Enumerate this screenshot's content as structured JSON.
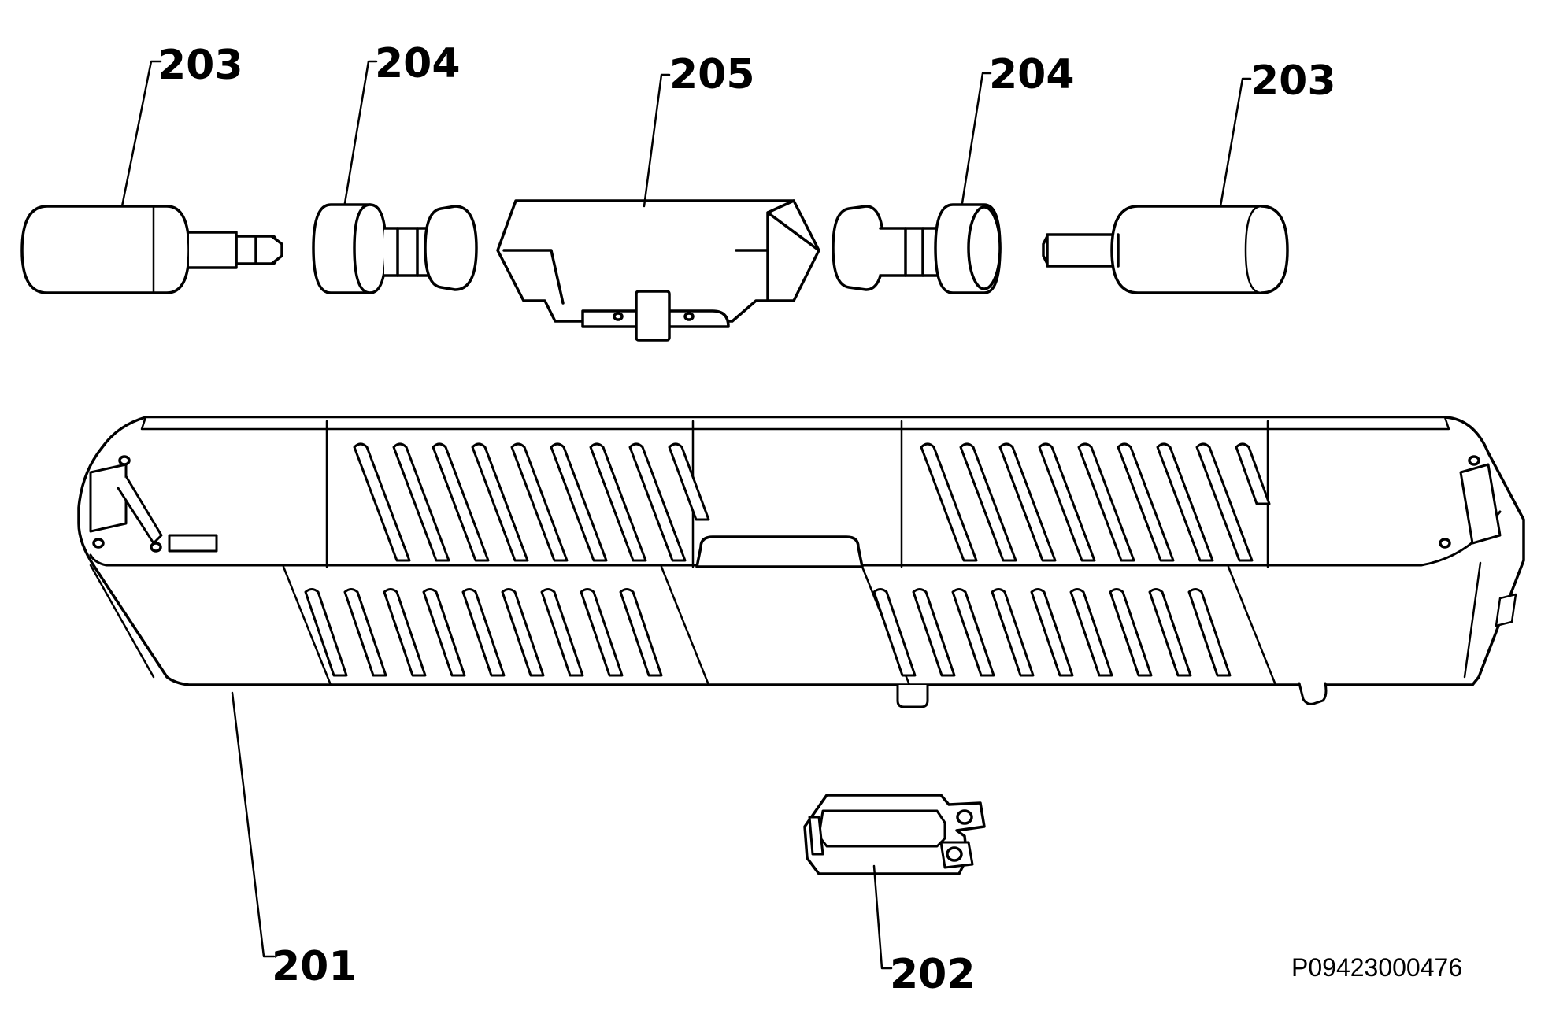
{
  "diagram": {
    "line_color": "#000000",
    "background": "#ffffff",
    "callouts": {
      "housing": "201",
      "bracket": "202",
      "endcap_left": "203",
      "bushing_left": "204",
      "center_block": "205",
      "bushing_right": "204",
      "endcap_right": "203"
    },
    "drawing_code": "P09423000476"
  }
}
